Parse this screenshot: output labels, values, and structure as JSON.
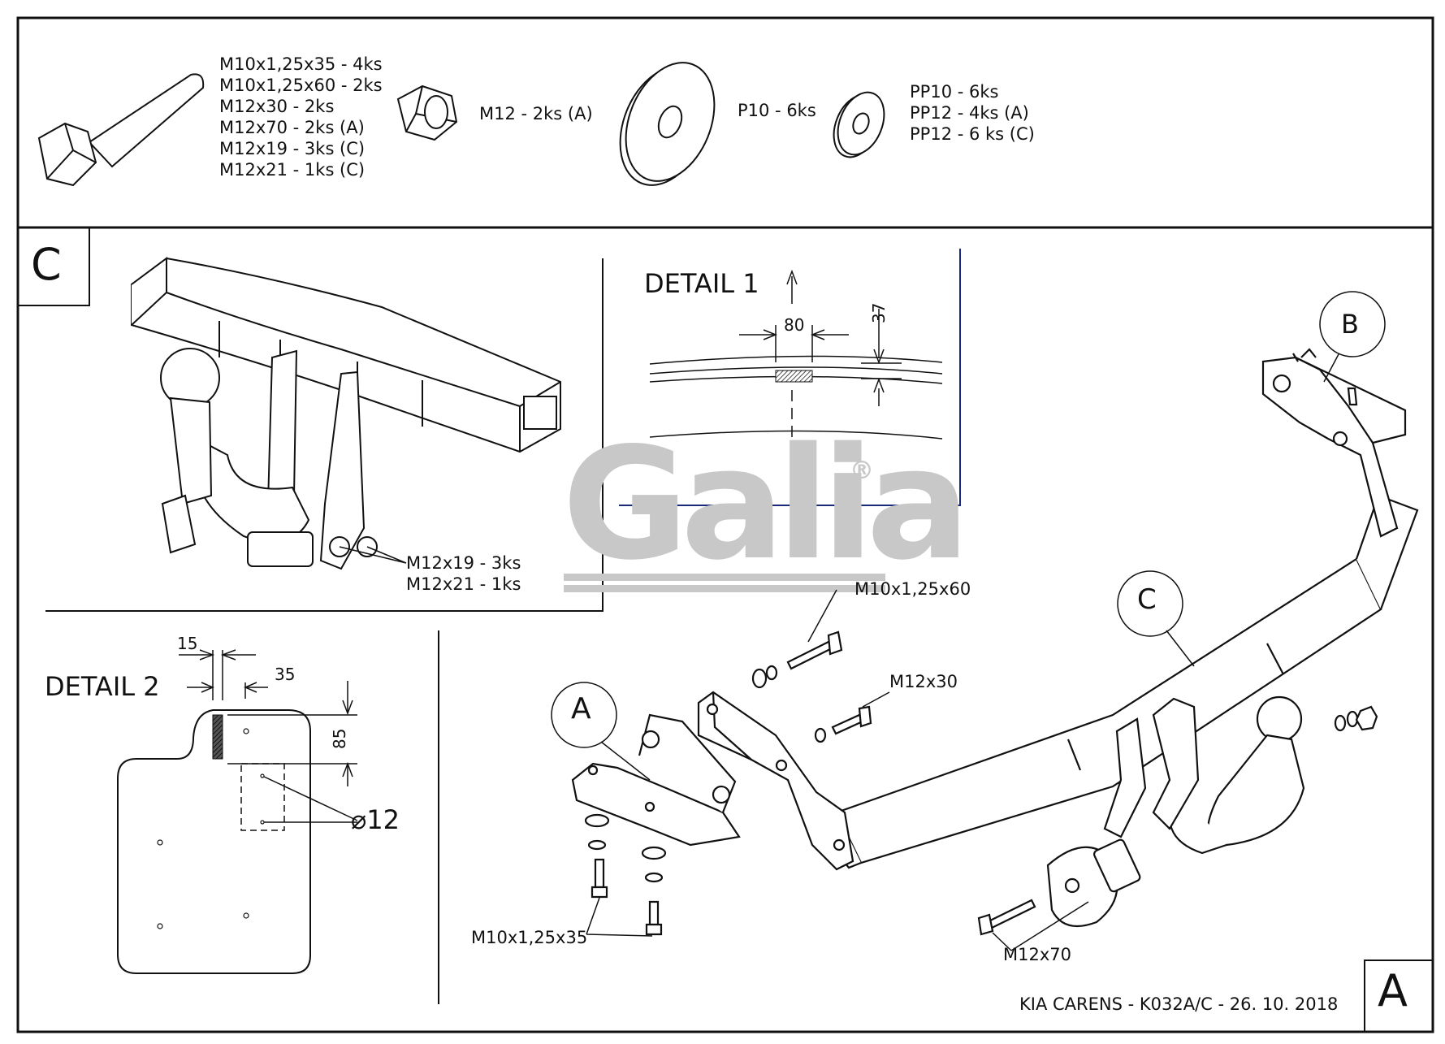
{
  "parts_list": {
    "bolts": [
      "M10x1,25x35 - 4ks",
      "M10x1,25x60 - 2ks",
      "M12x30 - 2ks",
      "M12x70 - 2ks (A)",
      "M12x19 - 3ks (C)",
      "M12x21 - 1ks (C)"
    ],
    "nut": "M12 - 2ks (A)",
    "washer_large": "P10 - 6ks",
    "washers_small": [
      "PP10 - 6ks",
      "PP12 - 4ks (A)",
      "PP12 - 6 ks (C)"
    ]
  },
  "panel_c": {
    "corner_label": "C",
    "callouts": [
      "M12x19 - 3ks",
      "M12x21 - 1ks"
    ]
  },
  "detail1": {
    "title": "DETAIL 1",
    "dim_width": "80",
    "dim_height": "37"
  },
  "detail2": {
    "title": "DETAIL 2",
    "dim_a": "15",
    "dim_b": "35",
    "dim_c": "85",
    "hole_dia": "⌀12"
  },
  "logo": {
    "text": "Galia",
    "reg": "®"
  },
  "main": {
    "circle_a": "A",
    "circle_b": "B",
    "circle_c": "C",
    "callout_m10x60": "M10x1,25x60",
    "callout_m12x30": "M12x30",
    "callout_m10x35": "M10x1,25x35",
    "callout_m12x70": "M12x70"
  },
  "footer": {
    "title_line": "KIA CARENS - K032A/C - 26. 10. 2018",
    "corner_label": "A"
  }
}
